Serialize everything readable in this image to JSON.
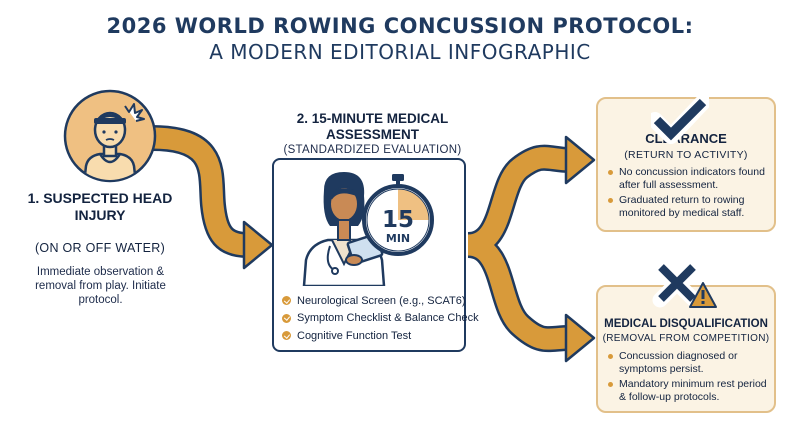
{
  "title": {
    "line1": "2026 WORLD ROWING CONCUSSION PROTOCOL:",
    "line2": "A MODERN EDITORIAL INFOGRAPHIC"
  },
  "step1": {
    "title": "1. SUSPECTED HEAD INJURY",
    "subtitle": "(ON OR OFF WATER)",
    "description": "Immediate observation & removal from play. Initiate protocol."
  },
  "step2": {
    "title": "2. 15-MINUTE MEDICAL ASSESSMENT",
    "subtitle": "(STANDARDIZED EVALUATION)",
    "timer_number": "15",
    "timer_unit": "MIN",
    "checklist": [
      "Neurological Screen (e.g., SCAT6)",
      "Symptom Checklist & Balance Check",
      "Cognitive Function Test"
    ]
  },
  "outcome_clearance": {
    "title": "CLEARANCE",
    "subtitle": "(RETURN TO ACTIVITY)",
    "bullets": [
      "No concussion indicators found after full assessment.",
      "Graduated return to rowing monitored by medical staff."
    ]
  },
  "outcome_disqualification": {
    "title": "MEDICAL DISQUALIFICATION",
    "subtitle": "(REMOVAL FROM COMPETITION)",
    "bullets": [
      "Concussion diagnosed or symptoms persist.",
      "Mandatory minimum rest period & follow-up protocols."
    ]
  },
  "colors": {
    "navy": "#1f3a5f",
    "orange": "#d89a3a",
    "card_bg": "#fbf3e4",
    "card_border": "#e2c08a"
  }
}
